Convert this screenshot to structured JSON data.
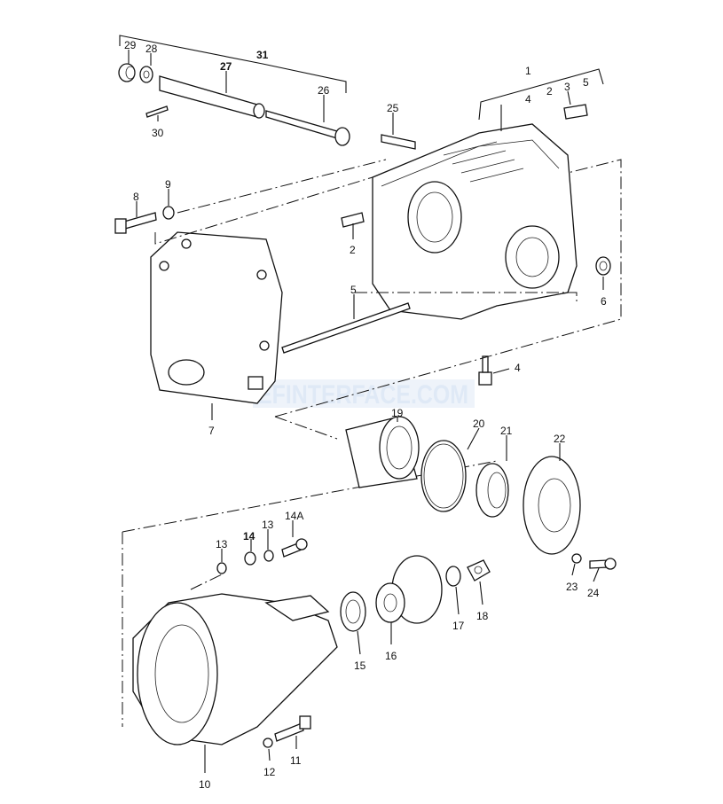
{
  "diagram": {
    "title": "Exploded parts diagram - gearbox housing and final drive",
    "watermark": "EFINTERFACE.COM",
    "callouts": [
      "29",
      "28",
      "31",
      "27",
      "26",
      "1",
      "4",
      "2",
      "3",
      "5",
      "25",
      "30",
      "8",
      "9",
      "2",
      "6",
      "5",
      "4",
      "19",
      "7",
      "20",
      "21",
      "22",
      "14A",
      "13",
      "14",
      "13",
      "23",
      "24",
      "15",
      "16",
      "17",
      "18",
      "11",
      "12",
      "10"
    ]
  }
}
